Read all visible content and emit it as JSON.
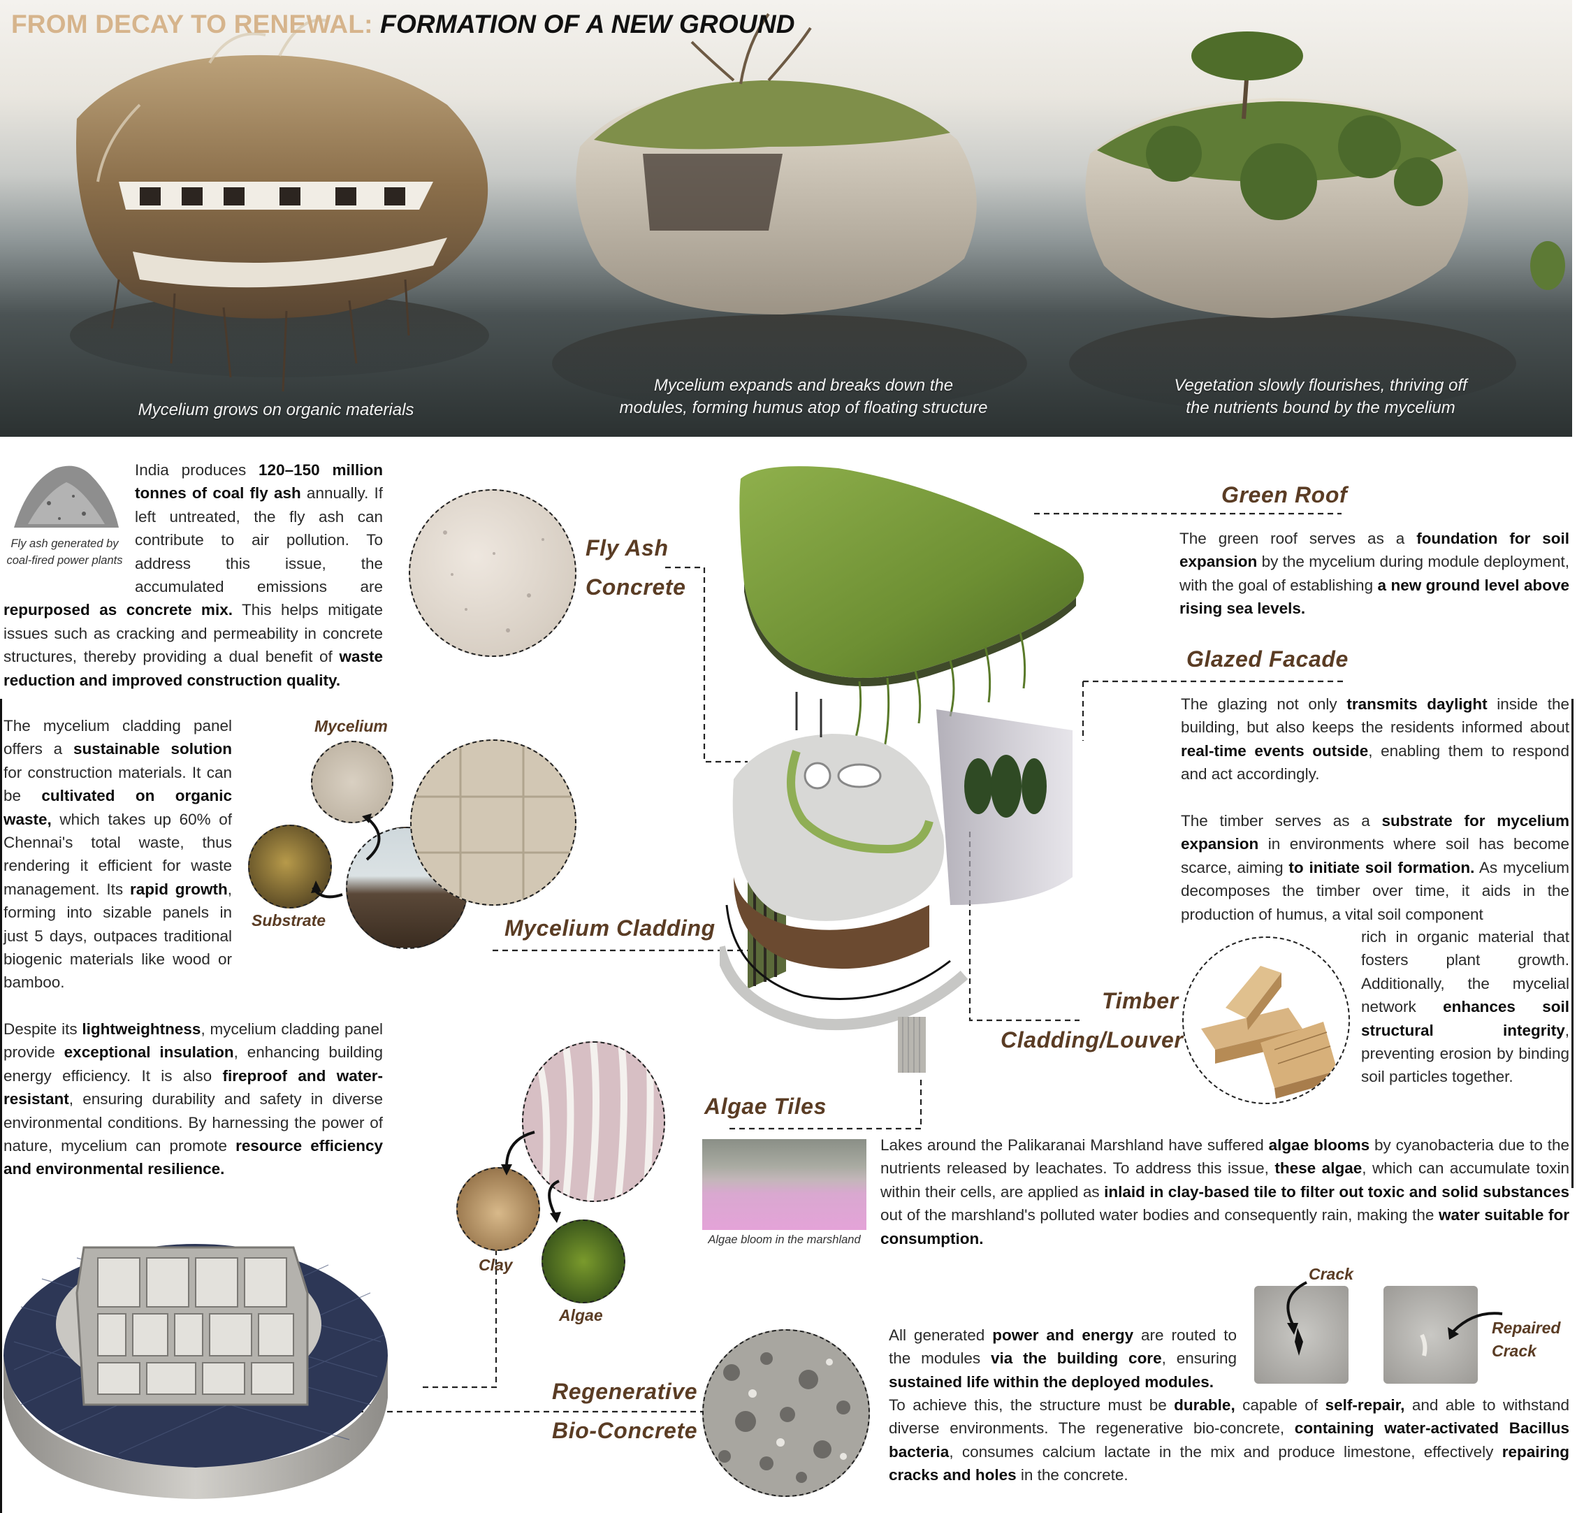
{
  "header": {
    "title_part1": "FROM DECAY TO RENEWAL:",
    "title_part2": "FORMATION OF A NEW GROUND"
  },
  "hero": {
    "captions": [
      {
        "line1": "Mycelium grows on organic materials",
        "line2": ""
      },
      {
        "line1": "Mycelium expands and breaks down the",
        "line2": "modules, forming humus atop of floating structure"
      },
      {
        "line1": "Vegetation slowly flourishes, thriving off",
        "line2": "the nutrients bound by the mycelium"
      }
    ]
  },
  "fly_ash": {
    "photo_caption_1": "Fly ash generated by",
    "photo_caption_2": "coal-fired power plants",
    "label_1": "Fly Ash",
    "label_2": "Concrete",
    "text_html": "India produces <b>120–150 million tonnes of coal fly ash</b> annually. If left untreated, the fly ash can contribute to air pollution. To address this issue, the accumulated emissions are <b>repurposed as concrete mix.</b> This helps mitigate issues such as cracking and permeability in concrete structures, thereby providing a dual benefit of <b>waste reduction and improved construction quality.</b>"
  },
  "mycelium": {
    "label": "Mycelium Cladding",
    "tag_mycelium": "Mycelium",
    "tag_substrate": "Substrate",
    "text1_html": "The mycelium cladding panel offers a <b>sustainable solution</b> for construction materials. It can be <b>cultivated on organic waste,</b> which takes up 60% of Chennai's total waste, thus rendering it efficient for waste management. Its <b>rapid growth</b>, forming into sizable panels in just 5 days, outpaces traditional biogenic materials like wood or bamboo.",
    "text2_html": "Despite its <b>lightweightness</b>, mycelium cladding panel provide <b>exceptional insulation</b>, enhancing building energy efficiency. It is also <b>fireproof and water-resistant</b>, ensuring durability and safety in diverse environmental conditions. By harnessing the power of nature, mycelium can promote <b>resource efficiency and environmental resilience.</b>"
  },
  "green_roof": {
    "label": "Green Roof",
    "text_html": "The green roof serves as a <b>foundation for soil expansion</b> by the mycelium during module deployment, with the goal of establishing <b>a new ground level above rising sea levels.</b>"
  },
  "glazed": {
    "label": "Glazed Facade",
    "text_html": "The glazing not only <b>transmits daylight</b> inside the building, but also keeps the residents informed about <b>real-time events outside</b>, enabling them to respond and act accordingly."
  },
  "timber": {
    "label_1": "Timber",
    "label_2": "Cladding/Louver",
    "text_top_html": "The timber serves as a <b>substrate for mycelium expansion</b> in environments where soil has become scarce, aiming <b>to initiate soil formation.</b> As mycelium decomposes the timber over time, it aids in the production of humus, a vital soil component",
    "text_bottom_html": "rich in organic material that fosters plant growth. Additionally, the mycelial network <b>enhances soil structural integrity</b>, preventing erosion by binding soil particles together."
  },
  "algae": {
    "label": "Algae Tiles",
    "tag_clay": "Clay",
    "tag_algae": "Algae",
    "photo_caption": "Algae bloom in the marshland",
    "text_html": "Lakes around the Palikaranai Marshland have suffered <b>algae blooms</b> by cyanobacteria due to the nutrients released by leachates. To address this issue, <b>these algae</b>, which can accumulate toxin within their cells, are applied as <b>inlaid in clay-based tile to filter out toxic and solid substances</b> out of the marshland's polluted water bodies and consequently rain, making the <b>water suitable for consumption.</b>"
  },
  "bio_concrete": {
    "label_1": "Regenerative",
    "label_2": "Bio-Concrete",
    "tag_crack": "Crack",
    "tag_repaired_1": "Repaired",
    "tag_repaired_2": "Crack",
    "text_top_html": "All generated <b>power and energy</b> are routed to the modules <b>via the building core</b>, ensuring <b>sustained life within the deployed modules.</b>",
    "text_bottom_html": "To achieve this, the structure must be <b>durable,</b> capable of <b>self-repair,</b> and able to withstand diverse environments. The regenerative bio-concrete, <b>containing water-activated Bacillus bacteria</b>, consumes calcium lactate in the mix and produce limestone, effectively <b>repairing cracks and holes</b> in the concrete."
  }
}
